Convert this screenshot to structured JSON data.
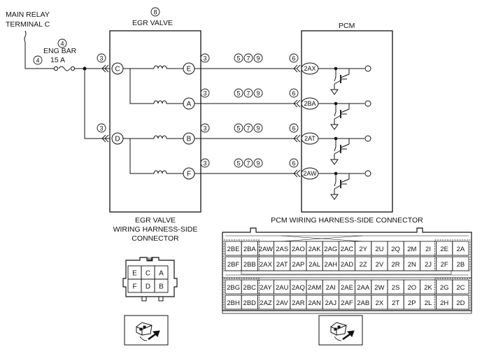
{
  "labels": {
    "main_relay_1": "MAIN RELAY",
    "main_relay_2": "TERMINAL C",
    "eng_bar_1": "ENG BAR",
    "eng_bar_2": "15 A",
    "egr_valve_title": "EGR VALVE",
    "pcm_title": "PCM",
    "egr_harness_1": "EGR VALVE",
    "egr_harness_2": "WIRING HARNESS-SIDE",
    "egr_harness_3": "CONNECTOR",
    "pcm_harness": "PCM WIRING HARNESS-SIDE CONNECTOR"
  },
  "markers": {
    "egr_valve_note": "8",
    "relay_wire": "4",
    "fuse": "4",
    "branch_upper": "3",
    "branch_lower": "3",
    "pcm_side": "6",
    "egr_side": "3",
    "wire_notes": [
      "5",
      "7",
      "9"
    ]
  },
  "egr_valve_pins": {
    "left": [
      "C",
      "D"
    ],
    "right": [
      "E",
      "A",
      "B",
      "F"
    ]
  },
  "pcm_pins": [
    "2AX",
    "2BA",
    "2AT",
    "2AW"
  ],
  "egr_connector": {
    "row1": [
      "E",
      "C",
      "A"
    ],
    "row2": [
      "F",
      "D",
      "B"
    ]
  },
  "pcm_connector": {
    "upper": [
      [
        "2BE",
        "2BA",
        "2AW",
        "2AS",
        "2AO",
        "2AK",
        "2AG",
        "2AC",
        "2Y",
        "2U",
        "2Q",
        "2M",
        "2I",
        "2E",
        "2A"
      ],
      [
        "2BF",
        "2BB",
        "2AX",
        "2AT",
        "2AP",
        "2AL",
        "2AH",
        "2AD",
        "2Z",
        "2V",
        "2R",
        "2N",
        "2J",
        "2F",
        "2B"
      ]
    ],
    "lower": [
      [
        "2BG",
        "2BC",
        "2AY",
        "2AU",
        "2AQ",
        "2AM",
        "2AI",
        "2AE",
        "2AA",
        "2W",
        "2S",
        "2O",
        "2K",
        "2G",
        "2C"
      ],
      [
        "2BH",
        "2BD",
        "2AZ",
        "2AV",
        "2AR",
        "2AN",
        "2AJ",
        "2AF",
        "2AB",
        "2X",
        "2T",
        "2P",
        "2L",
        "2H",
        "2D"
      ]
    ]
  }
}
